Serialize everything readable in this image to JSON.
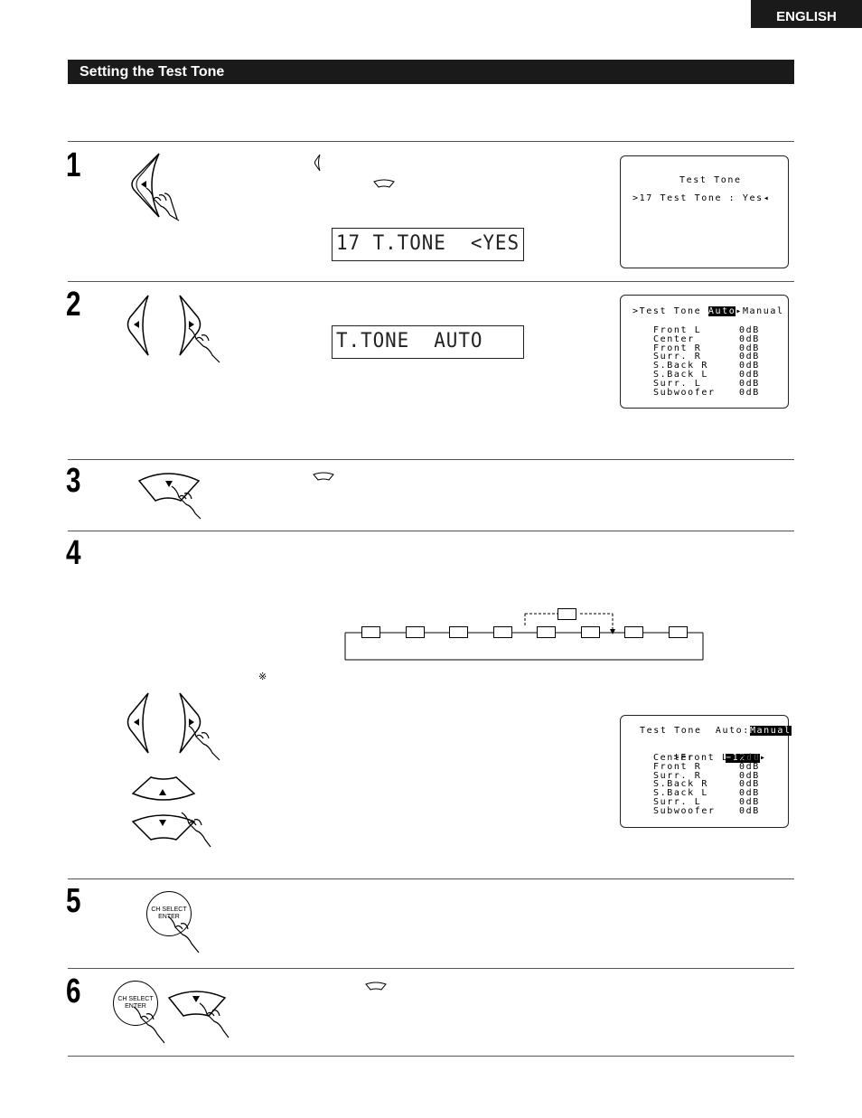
{
  "header": {
    "language": "ENGLISH"
  },
  "section": {
    "title": "Setting the Test Tone"
  },
  "steps": [
    {
      "number": "1",
      "lcd": "17 T.TONE  <YES",
      "osd": {
        "title": "Test Tone",
        "line": ">17 Test Tone : Yes"
      }
    },
    {
      "number": "2",
      "lcd": "T.TONE  AUTO",
      "osd": {
        "prefix": ">Test Tone ",
        "auto": "Auto",
        "manual": "Manual",
        "channels": [
          {
            "name": "Front L",
            "level": "0dB"
          },
          {
            "name": "Center",
            "level": "0dB"
          },
          {
            "name": "Front R",
            "level": "0dB"
          },
          {
            "name": "Surr. R",
            "level": "0dB"
          },
          {
            "name": "S.Back R",
            "level": "0dB"
          },
          {
            "name": "S.Back L",
            "level": "0dB"
          },
          {
            "name": "Surr. L",
            "level": "0dB"
          },
          {
            "name": "Subwoofer",
            "level": "0dB"
          }
        ]
      }
    },
    {
      "number": "3"
    },
    {
      "number": "4",
      "ref_mark": "※",
      "osd": {
        "prefix": "Test Tone  Auto:",
        "manual": "Manual",
        "selected": ">Front L",
        "selected_level": "−12dB",
        "channels": [
          {
            "name": "Center",
            "level": "0dB"
          },
          {
            "name": "Front R",
            "level": "0dB"
          },
          {
            "name": "Surr. R",
            "level": "0dB"
          },
          {
            "name": "S.Back R",
            "level": "0dB"
          },
          {
            "name": "S.Back L",
            "level": "0dB"
          },
          {
            "name": "Surr. L",
            "level": "0dB"
          },
          {
            "name": "Subwoofer",
            "level": "0dB"
          }
        ]
      }
    },
    {
      "number": "5",
      "button": "CH SELECT\nENTER"
    },
    {
      "number": "6",
      "button": "CH SELECT\nENTER"
    }
  ]
}
